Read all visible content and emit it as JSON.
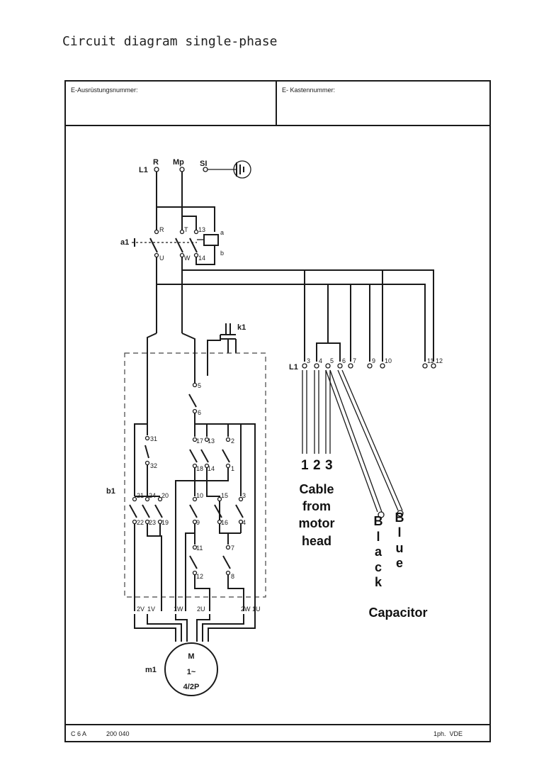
{
  "title": "Circuit diagram single-phase",
  "header": {
    "equipment_number_label": "E-Ausrüstungsnummer:",
    "box_number_label": "E- Kastennummer:"
  },
  "supply": {
    "l1": "L1",
    "r": "R",
    "mp": "Mp",
    "si": "SI"
  },
  "contactor_a1": {
    "label": "a1",
    "terminals": [
      "R",
      "T",
      "13",
      "U",
      "W",
      "14"
    ],
    "coil": [
      "a",
      "b"
    ]
  },
  "capacitor_k1": "k1",
  "switch_b1": {
    "label": "b1",
    "contacts": [
      "5",
      "6",
      "31",
      "32",
      "17",
      "13",
      "2",
      "18",
      "14",
      "1",
      "21",
      "24",
      "20",
      "10",
      "15",
      "3",
      "22",
      "23",
      "19",
      "9",
      "16",
      "4",
      "11",
      "7",
      "12",
      "8"
    ],
    "motor_leads": [
      "2V",
      "1V",
      "1W",
      "2U",
      "2W",
      "1U"
    ]
  },
  "motor": {
    "label": "m1",
    "name": "M",
    "spec": "1~",
    "poles": "4/2P"
  },
  "terminal_strip": {
    "label": "L1",
    "numbers": [
      "3",
      "4",
      "5",
      "6",
      "7",
      "9",
      "10",
      "11",
      "12"
    ]
  },
  "annotations": {
    "cable_numbers": [
      "1",
      "2",
      "3"
    ],
    "cable_text": [
      "Cable",
      "from",
      "motor",
      "head"
    ],
    "black": [
      "B",
      "l",
      "a",
      "c",
      "k"
    ],
    "blue": [
      "B",
      "l",
      "u",
      "e"
    ],
    "capacitor": "Capacitor"
  },
  "footer": {
    "code": "C 6 A",
    "number": "200 040",
    "standard": "1ph.  VDE"
  }
}
